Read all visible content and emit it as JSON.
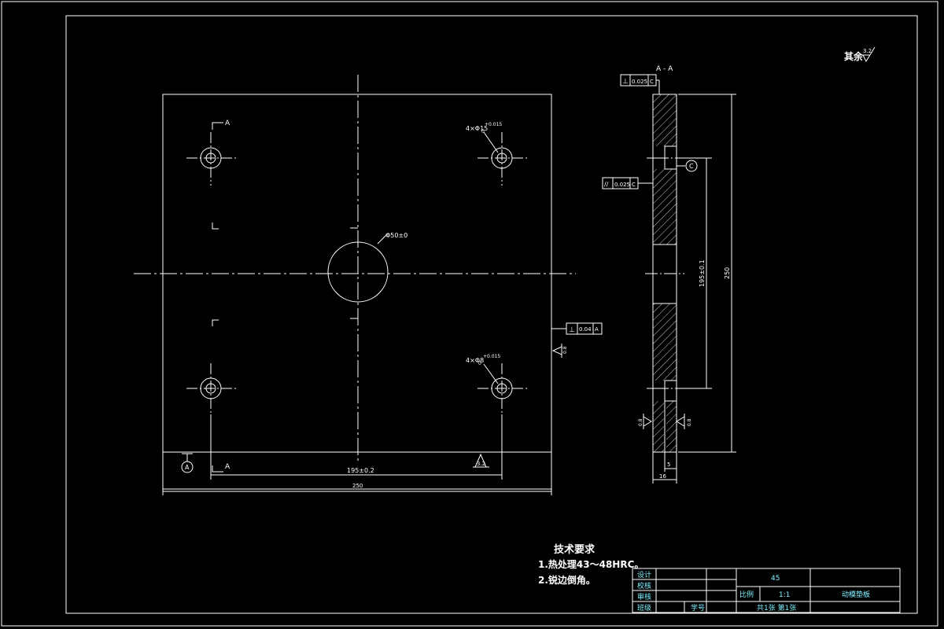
{
  "drawing": {
    "section_label": "A - A",
    "roughness_others_label": "其余",
    "roughness_others_value": "3.2",
    "front_view": {
      "cut_marker": "A",
      "cut_marker_bottom": "A",
      "datum_label": "A",
      "center_hole_dim": "Φ50±0",
      "hole_dim_top": "4×Φ15",
      "hole_tol_top": "+0.015",
      "hole_tol_top_lower": "0",
      "hole_dim_bottom": "4×Φ8",
      "hole_tol_bottom": "+0.015",
      "hole_tol_bottom_lower": "0",
      "hole_spacing_dim": "195±0.2",
      "width_dim": "250",
      "roughness_bottom": "3.2",
      "roughness_right": "0.8",
      "gdt_right": {
        "symbol": "⊥",
        "value": "0.04",
        "datum": "A"
      }
    },
    "side_view": {
      "gdt_top": {
        "symbol": "⊥",
        "value": "0.025",
        "datum": "C"
      },
      "gdt_mid": {
        "symbol": "//",
        "value": "0.025",
        "datum": "C"
      },
      "datum_label": "C",
      "spacing_dim": "195±0.1",
      "height_dim": "250",
      "roughness_left": "0.8",
      "roughness_right": "0.8",
      "thickness_dim": "16",
      "counterbore_dim": "5"
    }
  },
  "tech_requirements": {
    "title": "技术要求",
    "items": [
      "1.热处理43～48HRC。",
      "2.锐边倒角。"
    ]
  },
  "title_block": {
    "rows": [
      "设计",
      "校核",
      "审核",
      "班级"
    ],
    "xuehao_label": "学号",
    "material": "45",
    "scale_label": "比例",
    "scale_value": "1:1",
    "sheet_info": "共1张  第1张",
    "part_name": "动模垫板"
  }
}
